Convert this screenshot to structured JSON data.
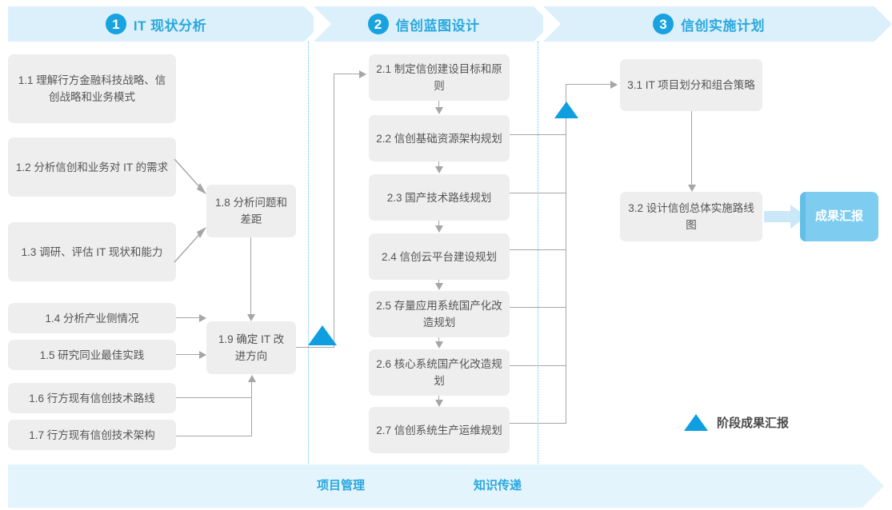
{
  "phases": [
    {
      "number": "1",
      "title": "IT 现状分析"
    },
    {
      "number": "2",
      "title": "信创蓝图设计"
    },
    {
      "number": "3",
      "title": "信创实施计划"
    }
  ],
  "phase1_tasks": [
    {
      "id": "1.1",
      "label": "1.1 理解行方金融科技战略、信创战略和业务模式"
    },
    {
      "id": "1.2",
      "label": "1.2 分析信创和业务对 IT 的需求"
    },
    {
      "id": "1.3",
      "label": "1.3 调研、评估 IT 现状和能力"
    },
    {
      "id": "1.4",
      "label": "1.4 分析产业侧情况"
    },
    {
      "id": "1.5",
      "label": "1.5 研究同业最佳实践"
    },
    {
      "id": "1.6",
      "label": "1.6 行方现有信创技术路线"
    },
    {
      "id": "1.7",
      "label": "1.7 行方现有信创技术架构"
    },
    {
      "id": "1.8",
      "label": "1.8 分析问题和差距"
    },
    {
      "id": "1.9",
      "label": "1.9 确定 IT 改进方向"
    }
  ],
  "phase2_tasks": [
    {
      "id": "2.1",
      "label": "2.1 制定信创建设目标和原则"
    },
    {
      "id": "2.2",
      "label": "2.2 信创基础资源架构规划"
    },
    {
      "id": "2.3",
      "label": "2.3 国产技术路线规划"
    },
    {
      "id": "2.4",
      "label": "2.4 信创云平台建设规划"
    },
    {
      "id": "2.5",
      "label": "2.5 存量应用系统国产化改造规划"
    },
    {
      "id": "2.6",
      "label": "2.6 核心系统国产化改造规划"
    },
    {
      "id": "2.7",
      "label": "2.7 信创系统生产运维规划"
    }
  ],
  "phase3_tasks": [
    {
      "id": "3.1",
      "label": "3.1 IT 项目划分和组合策略"
    },
    {
      "id": "3.2",
      "label": "3.2 设计信创总体实施路线图"
    }
  ],
  "deliverable": {
    "label": "成果汇报"
  },
  "legend": {
    "label": "阶段成果汇报",
    "marker": "triangle-up-icon"
  },
  "footer": {
    "labels": [
      "项目管理",
      "知识传递"
    ]
  },
  "colors": {
    "accent": "#29a8e0",
    "banner_bg": "#dcf0fb",
    "box_bg": "#eeeeee",
    "box_text": "#555555",
    "deliverable_bg": "#7ecdf0",
    "milestone": "#0f9ee0",
    "connector": "#a6a6a6",
    "footer_bg": "#e4f4fc",
    "divider": "#62c4ea"
  }
}
